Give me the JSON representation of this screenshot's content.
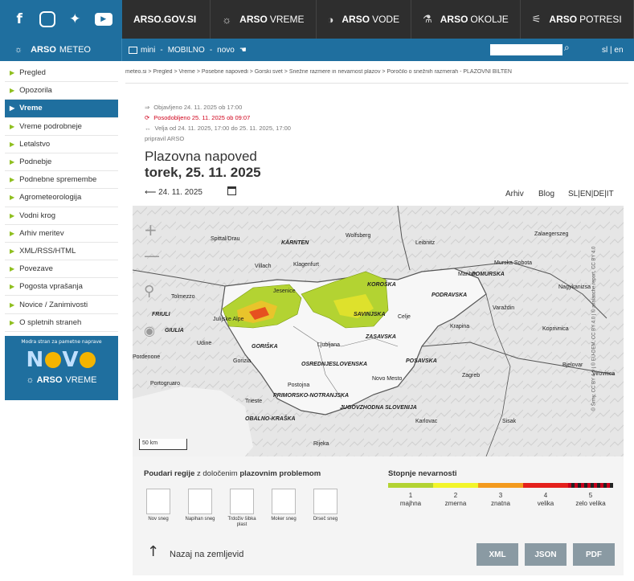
{
  "top_nav": {
    "social": [
      "f",
      "◎",
      "🐦",
      "▶"
    ],
    "items": [
      {
        "icon": "",
        "bold": "ARSO.GOV.SI",
        "rest": ""
      },
      {
        "icon": "☼",
        "bold": "ARSO",
        "rest": "VREME"
      },
      {
        "icon": "◑",
        "bold": "ARSO",
        "rest": "VODE"
      },
      {
        "icon": "⚗",
        "bold": "ARSO",
        "rest": "OKOLJE"
      },
      {
        "icon": "⚟",
        "bold": "ARSO",
        "rest": "POTRESI"
      }
    ]
  },
  "sub_nav": {
    "meteo_bold": "ARSO",
    "meteo_rest": "METEO",
    "mini": "mini",
    "mobilno": "MOBILNO",
    "novo": "novo",
    "lang": "sl | en"
  },
  "sidebar": {
    "items": [
      {
        "label": "Pregled"
      },
      {
        "label": "Opozorila"
      },
      {
        "label": "Vreme"
      },
      {
        "label": "Vreme podrobneje"
      },
      {
        "label": "Letalstvo"
      },
      {
        "label": "Podnebje"
      },
      {
        "label": "Podnebne spremembe"
      },
      {
        "label": "Agrometeorologija"
      },
      {
        "label": "Vodni krog"
      },
      {
        "label": "Arhiv meritev"
      },
      {
        "label": "XML/RSS/HTML"
      },
      {
        "label": "Povezave"
      },
      {
        "label": "Pogosta vprašanja"
      },
      {
        "label": "Novice / Zanimivosti"
      },
      {
        "label": "O spletnih straneh"
      }
    ],
    "active_index": 2
  },
  "promo": {
    "small": "Modra stran za pametne naprave",
    "big_1": "N",
    "big_2": "V",
    "bottom_bold": "ARSO",
    "bottom_rest": "VREME"
  },
  "breadcrumb": "meteo.si > Pregled > Vreme > Posebne napovedi > Gorski svet > Snežne razmere in nevarnost plazov > Poročilo o snežnih razmerah - PLAZOVNI BILTEN",
  "meta": {
    "published": "Objavljeno 24. 11. 2025 ob 17:00",
    "updated": "Posodobljeno 25. 11. 2025 ob 09:07",
    "valid": "Velja od 24. 11. 2025, 17:00 do 25. 11. 2025, 17:00",
    "author": "pripravil ARSO"
  },
  "header": {
    "title": "Plazovna napoved",
    "date": "torek, 25. 11. 2025",
    "prev": "⟵ 24. 11. 2025",
    "arhiv": "Arhiv",
    "blog": "Blog",
    "langs": "SL|EN|DE|IT"
  },
  "map": {
    "scale": "50 km",
    "attribution": "© Šrmy, CC BY 4.0 | © EU-DEM, CC BY 4.0 | © avalanche.report, CC BY 4.0",
    "places": [
      {
        "name": "Spittal/Drau"
      },
      {
        "name": "KÄRNTEN"
      },
      {
        "name": "Wolfsberg"
      },
      {
        "name": "Leibnitz"
      },
      {
        "name": "Zalaegerszeg"
      },
      {
        "name": "Villach"
      },
      {
        "name": "Klagenfurt"
      },
      {
        "name": "Murska Sobota"
      },
      {
        "name": "Maribor"
      },
      {
        "name": "POMURSKA"
      },
      {
        "name": "Nagykanizsa"
      },
      {
        "name": "KOROŠKA"
      },
      {
        "name": "Jesenice"
      },
      {
        "name": "Tolmezzo"
      },
      {
        "name": "PODRAVSKA"
      },
      {
        "name": "Varaždin"
      },
      {
        "name": "SAVINJSKA"
      },
      {
        "name": "Celje"
      },
      {
        "name": "Krapina"
      },
      {
        "name": "Koprivnica"
      },
      {
        "name": "ZASAVSKA"
      },
      {
        "name": "Udine"
      },
      {
        "name": "GORIŠKA"
      },
      {
        "name": "Ljubljana"
      },
      {
        "name": "Pordenone"
      },
      {
        "name": "Gorizia"
      },
      {
        "name": "OSREDNJESLOVENSKA"
      },
      {
        "name": "POSAVSKA"
      },
      {
        "name": "Novo Mesto"
      },
      {
        "name": "Zagreb"
      },
      {
        "name": "Bjelovar"
      },
      {
        "name": "Virovitica"
      },
      {
        "name": "Portogruaro"
      },
      {
        "name": "Postojna"
      },
      {
        "name": "PRIMORSKO-NOTRANJSKA"
      },
      {
        "name": "Trieste"
      },
      {
        "name": "JUGOVZHODNA SLOVENIJA"
      },
      {
        "name": "OBALNO-KRAŠKA"
      },
      {
        "name": "Karlovac"
      },
      {
        "name": "Sisak"
      },
      {
        "name": "Rijeka"
      },
      {
        "name": "FRIULI"
      },
      {
        "name": "GIULIA"
      },
      {
        "name": "Julijske Alpe"
      }
    ]
  },
  "legend": {
    "title_a": "Poudari regije",
    "title_b": " z določenim ",
    "title_c": "plazovnim problemom",
    "problems": [
      {
        "label": "Nov sneg"
      },
      {
        "label": "Napihan sneg"
      },
      {
        "label": "Trdoživ šibka plast"
      },
      {
        "label": "Moker sneg"
      },
      {
        "label": "Drseč sneg"
      }
    ],
    "levels_title": "Stopnje nevarnosti",
    "levels": [
      {
        "num": "1",
        "name": "majhna",
        "color": "#b3d332"
      },
      {
        "num": "2",
        "name": "zmerna",
        "color": "#f2f52a"
      },
      {
        "num": "3",
        "name": "znatna",
        "color": "#f39a1d"
      },
      {
        "num": "4",
        "name": "velika",
        "color": "#e4201c"
      },
      {
        "num": "5",
        "name": "zelo velika",
        "color": "#c8001b"
      }
    ]
  },
  "footer": {
    "back": "Nazaj na zemljevid",
    "xml": "XML",
    "json": "JSON",
    "pdf": "PDF"
  }
}
